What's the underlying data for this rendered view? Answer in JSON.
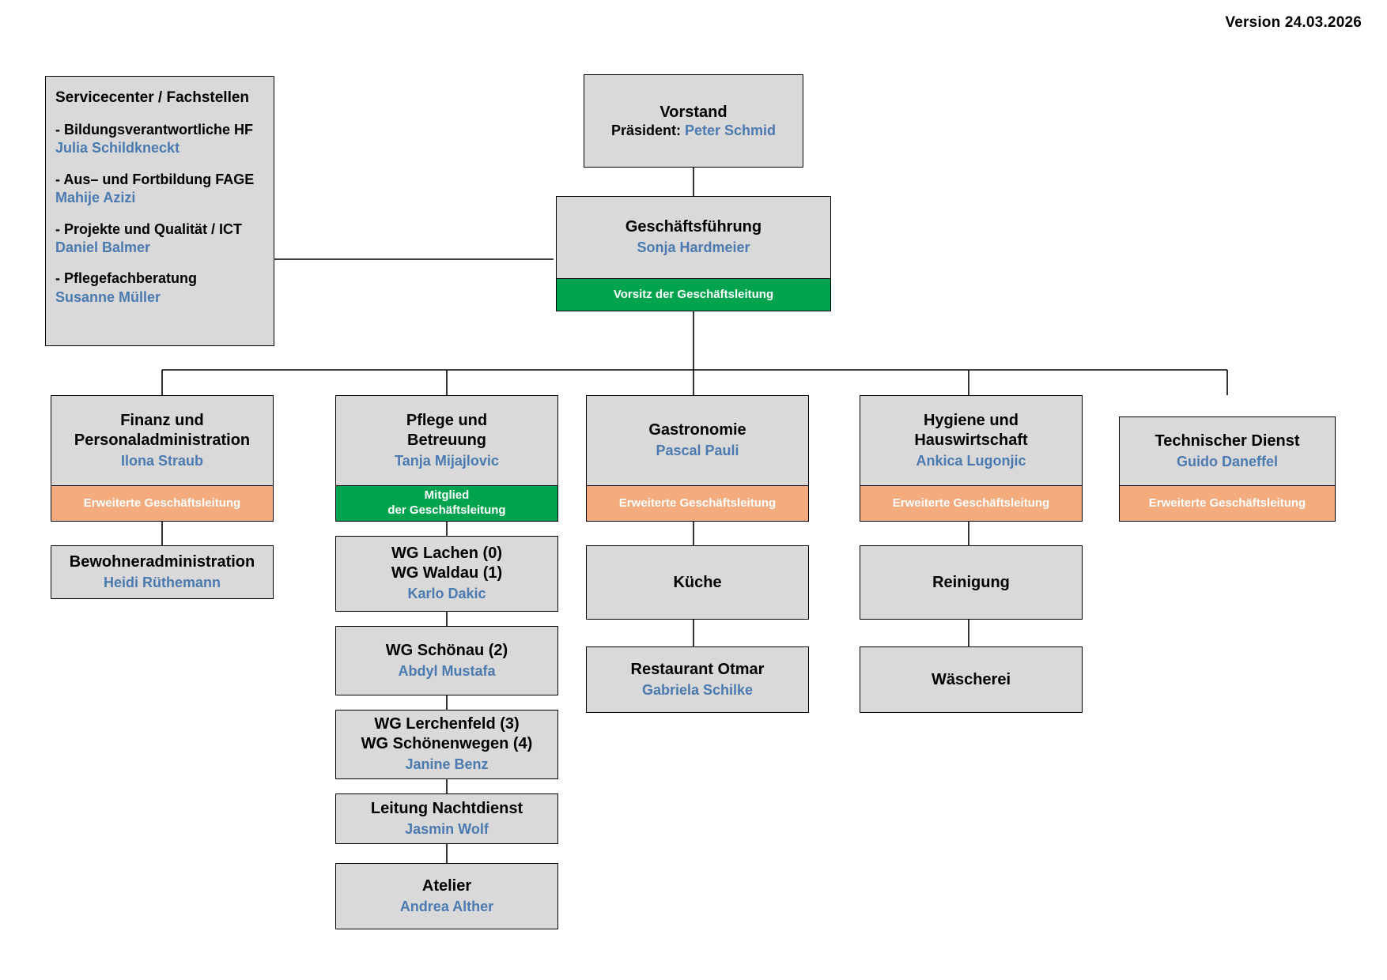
{
  "version_label": "Version 24.03.2026",
  "colors": {
    "box_fill": "#d9d9d9",
    "box_border": "#000000",
    "person_text": "#4a7ab0",
    "green_band": "#00a44e",
    "orange_band": "#f4ab7d",
    "band_text": "#ffffff"
  },
  "service_center": {
    "heading": "Servicecenter / Fachstellen",
    "items": [
      {
        "role": "- Bildungsverantwortliche HF",
        "name": "Julia Schildkneckt"
      },
      {
        "role": "- Aus– und Fortbildung FAGE",
        "name": "Mahije Azizi"
      },
      {
        "role": "- Projekte und Qualität / ICT",
        "name": "Daniel Balmer"
      },
      {
        "role": "- Pflegefachberatung",
        "name": "Susanne Müller"
      }
    ]
  },
  "board": {
    "title": "Vorstand",
    "role_label": "Präsident:",
    "person": "Peter Schmid"
  },
  "management": {
    "title": "Geschäftsführung",
    "person": "Sonja Hardmeier",
    "band": "Vorsitz der Geschäftsleitung"
  },
  "departments": [
    {
      "title_lines": [
        "Finanz und",
        "Personaladministration"
      ],
      "person": "Ilona Straub",
      "band_lines": [
        "Erweiterte Geschäftsleitung"
      ],
      "band_type": "orange",
      "children": [
        {
          "title_lines": [
            "Bewohneradministration"
          ],
          "person": "Heidi Rüthemann"
        }
      ]
    },
    {
      "title_lines": [
        "Pflege und",
        "Betreuung"
      ],
      "person": "Tanja Mijajlovic",
      "band_lines": [
        "Mitglied",
        "der Geschäftsleitung"
      ],
      "band_type": "green",
      "children": [
        {
          "title_lines": [
            "WG Lachen (0)",
            "WG Waldau (1)"
          ],
          "person": "Karlo Dakic"
        },
        {
          "title_lines": [
            "WG Schönau (2)"
          ],
          "person": "Abdyl Mustafa"
        },
        {
          "title_lines": [
            "WG Lerchenfeld (3)",
            "WG Schönenwegen (4)"
          ],
          "person": "Janine Benz"
        },
        {
          "title_lines": [
            "Leitung Nachtdienst"
          ],
          "person": "Jasmin Wolf"
        },
        {
          "title_lines": [
            "Atelier"
          ],
          "person": "Andrea Alther"
        }
      ]
    },
    {
      "title_lines": [
        "Gastronomie"
      ],
      "person": "Pascal Pauli",
      "band_lines": [
        "Erweiterte Geschäftsleitung"
      ],
      "band_type": "orange",
      "children": [
        {
          "title_lines": [
            "Küche"
          ],
          "person": ""
        },
        {
          "title_lines": [
            "Restaurant Otmar"
          ],
          "person": "Gabriela Schilke"
        }
      ]
    },
    {
      "title_lines": [
        "Hygiene und",
        "Hauswirtschaft"
      ],
      "person": "Ankica Lugonjic",
      "band_lines": [
        "Erweiterte Geschäftsleitung"
      ],
      "band_type": "orange",
      "children": [
        {
          "title_lines": [
            "Reinigung"
          ],
          "person": ""
        },
        {
          "title_lines": [
            "Wäscherei"
          ],
          "person": ""
        }
      ]
    },
    {
      "title_lines": [
        "Technischer Dienst"
      ],
      "person": "Guido Daneffel",
      "band_lines": [
        "Erweiterte Geschäftsleitung"
      ],
      "band_type": "orange",
      "children": []
    }
  ]
}
